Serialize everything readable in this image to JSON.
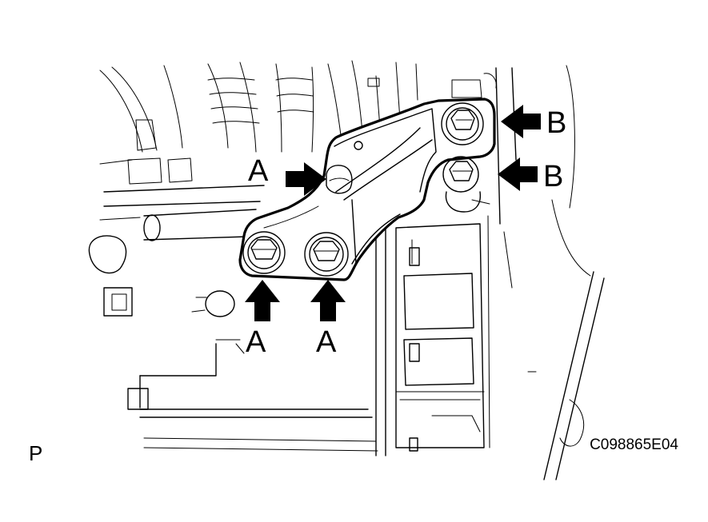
{
  "labels": {
    "callout_a": "A",
    "callout_b": "B",
    "view_code": "P",
    "figure_code": "C098865E04"
  },
  "colors": {
    "ink": "#000000",
    "paper": "#ffffff"
  },
  "icons": {
    "arrow": "solid-pointer-arrow",
    "bolt": "hex-flange-bolt"
  }
}
